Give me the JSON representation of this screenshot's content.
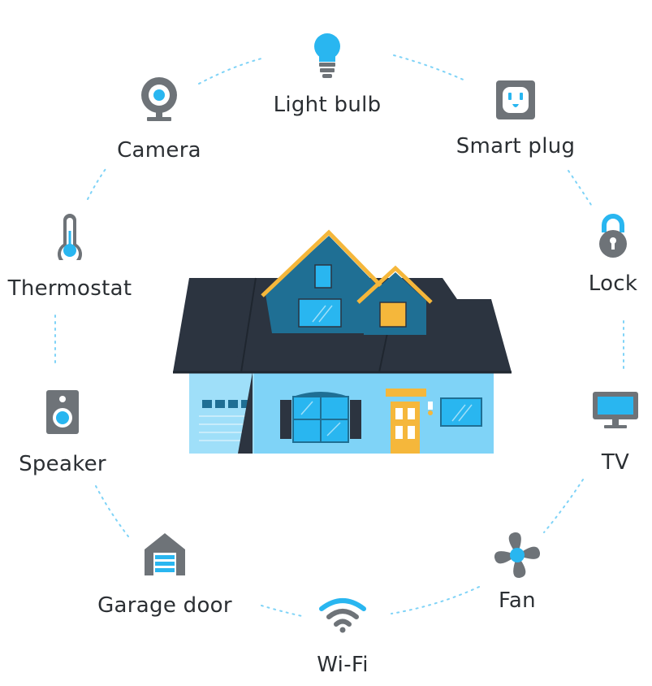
{
  "colors": {
    "accent": "#29b6f0",
    "icon_gray": "#6e7378",
    "roof": "#2c3440",
    "wall": "#7fd3f7",
    "trim": "#f5b73b",
    "gable": "#1f6f94",
    "dots": "#7fd3f7"
  },
  "devices": [
    {
      "id": "light-bulb",
      "label": "Light bulb",
      "icon": "light-bulb-icon"
    },
    {
      "id": "smart-plug",
      "label": "Smart plug",
      "icon": "smart-plug-icon"
    },
    {
      "id": "lock",
      "label": "Lock",
      "icon": "lock-icon"
    },
    {
      "id": "tv",
      "label": "TV",
      "icon": "tv-icon"
    },
    {
      "id": "fan",
      "label": "Fan",
      "icon": "fan-icon"
    },
    {
      "id": "wifi",
      "label": "Wi-Fi",
      "icon": "wifi-icon"
    },
    {
      "id": "garage-door",
      "label": "Garage door",
      "icon": "garage-door-icon"
    },
    {
      "id": "speaker",
      "label": "Speaker",
      "icon": "speaker-icon"
    },
    {
      "id": "thermostat",
      "label": "Thermostat",
      "icon": "thermometer-icon"
    },
    {
      "id": "camera",
      "label": "Camera",
      "icon": "camera-icon"
    }
  ],
  "center": {
    "icon": "house-illustration"
  }
}
